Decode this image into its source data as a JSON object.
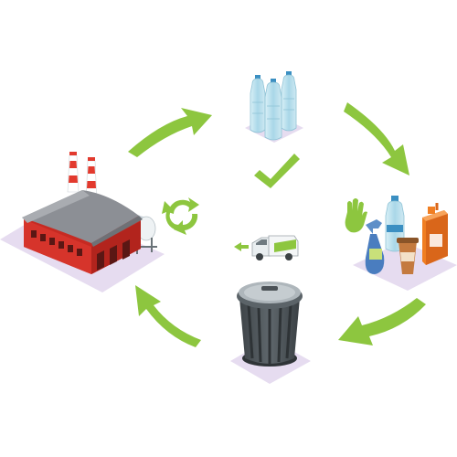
{
  "diagram": {
    "steps": [
      {
        "id": "bottles",
        "icon": "plastic-bottles-icon"
      },
      {
        "id": "waste-items",
        "icon": "household-plastic-waste-icon"
      },
      {
        "id": "trash-can",
        "icon": "trash-can-icon"
      },
      {
        "id": "factory",
        "icon": "recycling-factory-icon"
      }
    ],
    "center_icons": [
      "check-mark-icon",
      "recycle-arrows-icon",
      "garbage-truck-icon"
    ],
    "colors": {
      "arrow": "#8dc63f",
      "arrow_dark": "#6fa82c",
      "platform": "#e6dcf0",
      "bottle": "#bfe3ef",
      "factory_wall": "#d6342b",
      "factory_roof": "#8c8f95",
      "can_body": "#4b5257",
      "tank": "#dfe6ea",
      "jug": "#f07e22"
    }
  }
}
